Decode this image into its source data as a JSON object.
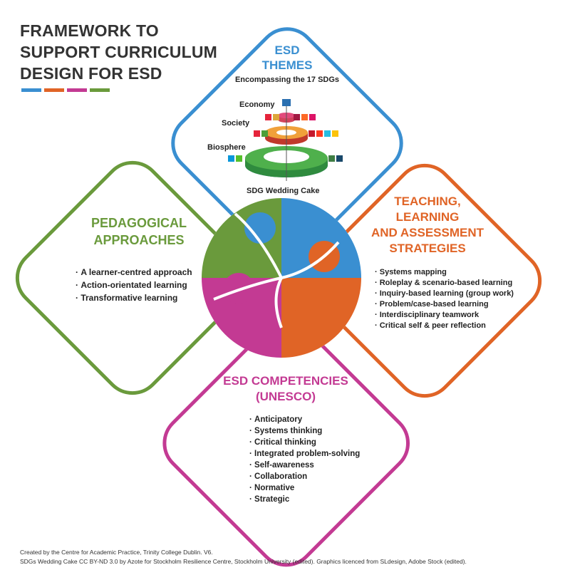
{
  "title": {
    "lines": [
      "FRAMEWORK TO",
      "SUPPORT CURRICULUM",
      "DESIGN FOR ESD"
    ]
  },
  "accent_colors": {
    "blue": "#3a8fd1",
    "orange": "#e06426",
    "pink": "#c33a93",
    "green": "#6a9a3c"
  },
  "themes": {
    "heading_1": "ESD",
    "heading_2": "THEMES",
    "subtitle": "Encompassing the 17 SDGs",
    "cake_labels": {
      "economy": "Economy",
      "society": "Society",
      "biosphere": "Biosphere",
      "caption": "SDG Wedding Cake"
    }
  },
  "pedagogical": {
    "heading_1": "PEDAGOGICAL",
    "heading_2": "APPROACHES",
    "items": [
      "A learner-centred approach",
      "Action-orientated learning",
      "Transformative learning"
    ]
  },
  "teaching": {
    "heading_lines": [
      "TEACHING,",
      "LEARNING",
      "AND ASSESSMENT",
      "STRATEGIES"
    ],
    "items": [
      "Systems mapping",
      "Roleplay & scenario-based learning",
      "Inquiry-based learning (group work)",
      "Problem/case-based learning",
      "Interdisciplinary teamwork",
      "Critical self & peer reflection"
    ]
  },
  "competencies": {
    "heading_1": "ESD COMPETENCIES",
    "heading_2": "(UNESCO)",
    "items": [
      "Anticipatory",
      "Systems thinking",
      "Critical thinking",
      "Integrated problem-solving",
      "Self-awareness",
      "Collaboration",
      "Normative",
      "Strategic"
    ]
  },
  "footer": {
    "line1": "Created by the Centre for Academic Practice, Trinity College Dublin. V6.",
    "line2": "SDGs Wedding Cake CC BY-ND 3.0 by Azote for Stockholm Resilience Centre, Stockholm University (edited). Graphics licenced from SLdesign, Adobe Stock (edited)."
  }
}
